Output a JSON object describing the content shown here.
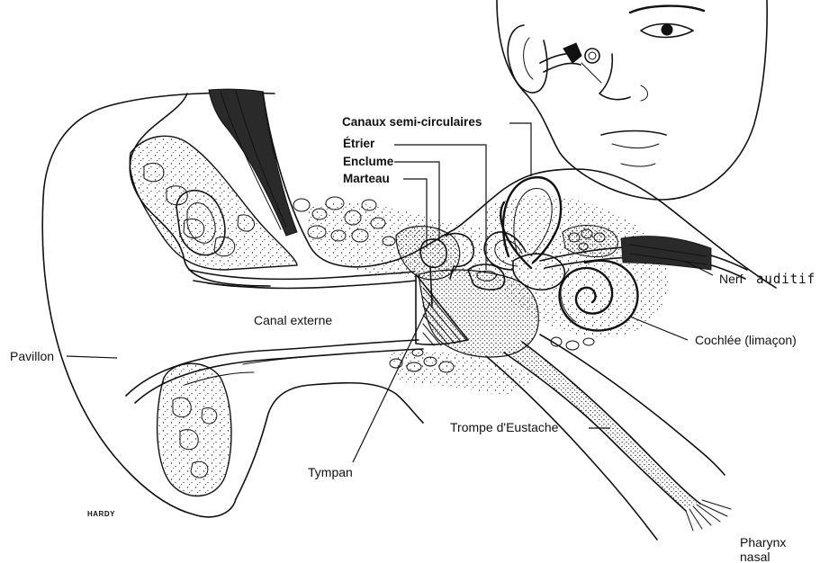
{
  "figure": {
    "signature": "HARDY",
    "labels": {
      "canaux": "Canaux semi-circulaires",
      "etrier": "Étrier",
      "enclume": "Enclume",
      "marteau": "Marteau",
      "nerf_prefix": "Nerf",
      "nerf_word": "auditif",
      "canal_externe": "Canal externe",
      "cochlee": "Cochlée (limaçon)",
      "pavillon": "Pavillon",
      "tympan": "Tympan",
      "trompe": "Trompe d'Eustache",
      "pharynx_line1": "Pharynx",
      "pharynx_line2": "nasal"
    }
  }
}
